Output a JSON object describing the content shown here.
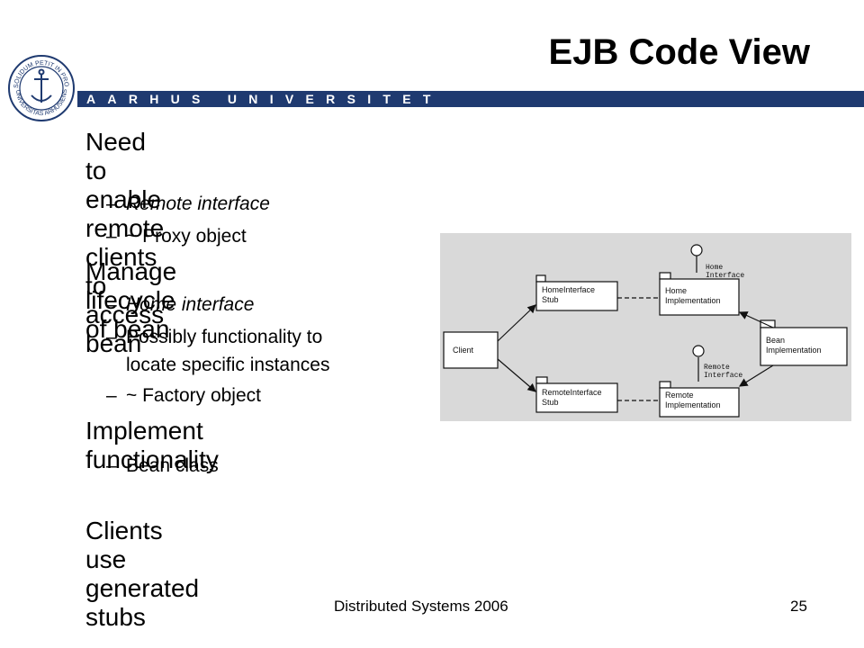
{
  "header": {
    "university": "AARHUS UNIVERSITET",
    "logo_text_top": "SOLIDUM PETIT IN PROFUNDIS",
    "logo_text_bottom": "UNIVERSITAS ARHUSIENSIS",
    "bar_color": "#1f3a70"
  },
  "title": "EJB Code View",
  "bullets": [
    {
      "text_line1": "Need to enable remote",
      "text_line2": "clients to access bean",
      "subs": [
        {
          "text": "Remote interface",
          "italic": true
        },
        {
          "text": "~ Proxy object"
        }
      ]
    },
    {
      "text_line1": "Manage lifecycle of bean",
      "subs": [
        {
          "text": "Home interface",
          "italic": true
        },
        {
          "text": "Possibly functionality to",
          "text2": "locate specific instances"
        },
        {
          "text": "~ Factory object"
        }
      ]
    },
    {
      "text_line1": "Implement functionality",
      "subs": [
        {
          "text": "Bean class"
        }
      ]
    },
    {
      "text_line1": "Clients use generated",
      "text_line2": "stubs"
    }
  ],
  "diagram": {
    "client": "Client",
    "home_stub_1": "HomeInterface",
    "home_stub_2": "Stub",
    "home_impl_1": "Home",
    "home_impl_2": "Implementation",
    "home_iface_1": "Home",
    "home_iface_2": "Interface",
    "remote_stub_1": "RemoteInterface",
    "remote_stub_2": "Stub",
    "remote_impl_1": "Remote",
    "remote_impl_2": "Implementation",
    "remote_iface_1": "Remote",
    "remote_iface_2": "Interface",
    "bean_1": "Bean",
    "bean_2": "Implementation"
  },
  "footer": {
    "text": "Distributed Systems 2006",
    "page": "25"
  }
}
